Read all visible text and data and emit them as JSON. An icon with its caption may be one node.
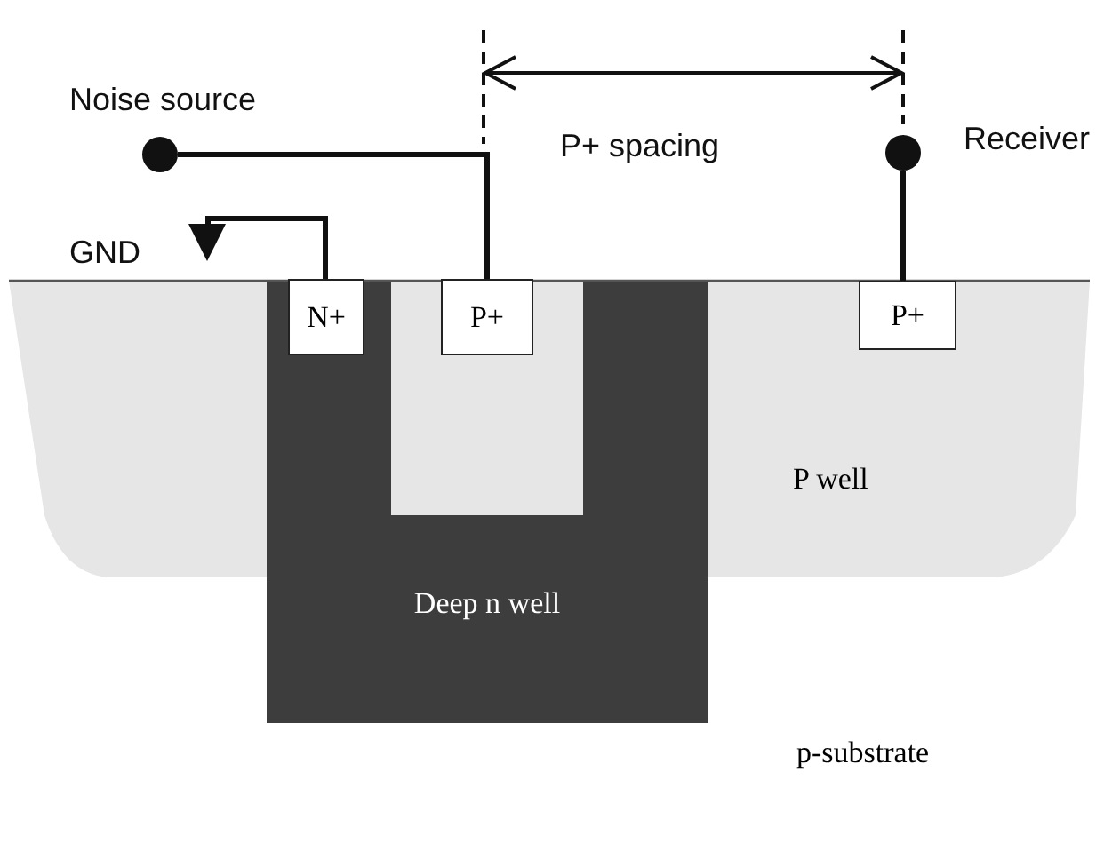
{
  "diagram": {
    "nodes": [
      {
        "text": [],
        "shape": "circle",
        "beside": [
          "Noise source"
        ]
      },
      {
        "text": [],
        "shape": "triangle",
        "beside": [
          "GND"
        ]
      },
      {
        "text": [],
        "shape": "circle",
        "beside": [
          "Receiver"
        ]
      },
      {
        "text": [
          "N+"
        ]
      },
      {
        "text": [
          "P+"
        ]
      },
      {
        "text": [
          "P+"
        ]
      },
      {
        "text": [
          "P well"
        ]
      },
      {
        "text": [
          "Deep n well"
        ]
      }
    ],
    "edges": [
      {
        "from": 0,
        "to": 4,
        "arrow": "none"
      },
      {
        "from": 3,
        "to": 1,
        "arrow": "none"
      },
      {
        "from": 2,
        "to": 5,
        "arrow": "none"
      }
    ],
    "labels": [
      "P+ spacing",
      "p-substrate"
    ]
  }
}
